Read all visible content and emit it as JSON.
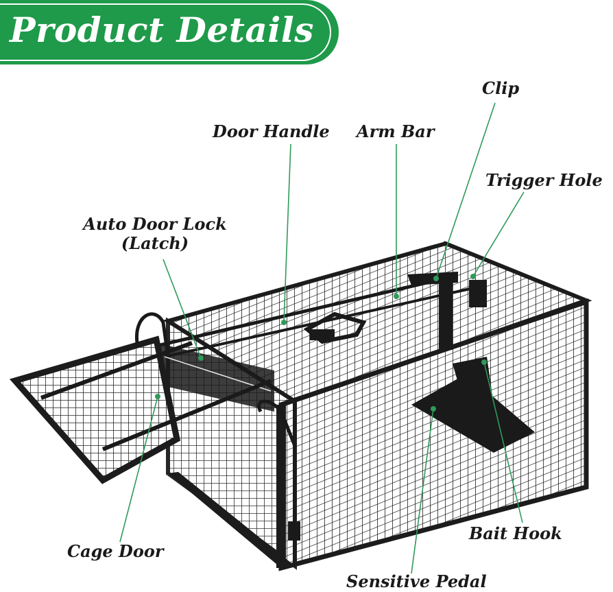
{
  "banner": {
    "title": "Product Details"
  },
  "colors": {
    "brand_green": "#1e9a4a",
    "leader_green": "#2f9a5a",
    "cage_black": "#1c1c1c"
  },
  "labels": {
    "clip": "Clip",
    "door_handle": "Door Handle",
    "arm_bar": "Arm Bar",
    "trigger_hole": "Trigger Hole",
    "auto_door_lock_line1": "Auto Door Lock",
    "auto_door_lock_line2": "(Latch)",
    "cage_door": "Cage Door",
    "bait_hook": "Bait Hook",
    "sensitive_pedal": "Sensitive Pedal"
  }
}
